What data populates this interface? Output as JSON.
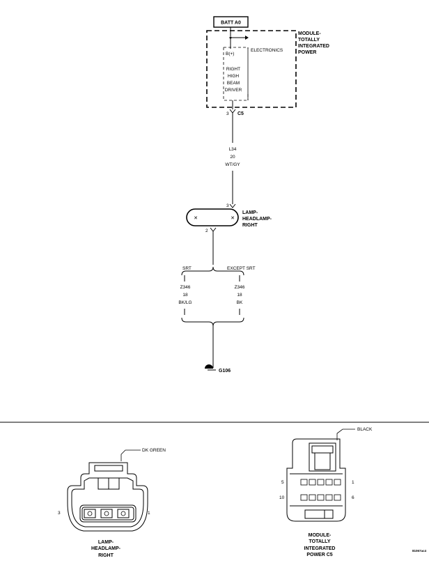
{
  "power_source": {
    "label": "BATT A0"
  },
  "module": {
    "name_lines": [
      "MODULE-",
      "TOTALLY",
      "INTEGRATED",
      "POWER"
    ],
    "electronics_label": "ELECTRONICS",
    "pin_label": "B(+)",
    "driver_lines": [
      "RIGHT",
      "HIGH",
      "BEAM",
      "DRIVER"
    ],
    "connector_pin": "3",
    "connector": "C5"
  },
  "wire_main": {
    "lines": [
      "L34",
      "20",
      "WT/GY"
    ]
  },
  "lamp": {
    "name_lines": [
      "LAMP-",
      "HEADLAMP-",
      "RIGHT"
    ],
    "pin_in": "3",
    "pin_out": "2"
  },
  "split": {
    "left_label": "SRT",
    "right_label": "EXCEPT SRT",
    "left_wire_lines": [
      "Z346",
      "18",
      "BK/LG"
    ],
    "right_wire_lines": [
      "Z346",
      "18",
      "BK"
    ]
  },
  "ground": {
    "label": "G106"
  },
  "connector_views": {
    "lamp": {
      "color_label": "DK GREEN",
      "pin_left": "3",
      "pin_right": "1",
      "name_lines": [
        "LAMP-",
        "HEADLAMP-",
        "RIGHT"
      ]
    },
    "module": {
      "color_label": "BLACK",
      "pin_top_left": "5",
      "pin_top_right": "1",
      "pin_bottom_left": "10",
      "pin_bottom_right": "6",
      "name_lines": [
        "MODULE-",
        "TOTALLY",
        "INTEGRATED",
        "POWER C5"
      ]
    }
  },
  "figure_id": "81067ac4"
}
